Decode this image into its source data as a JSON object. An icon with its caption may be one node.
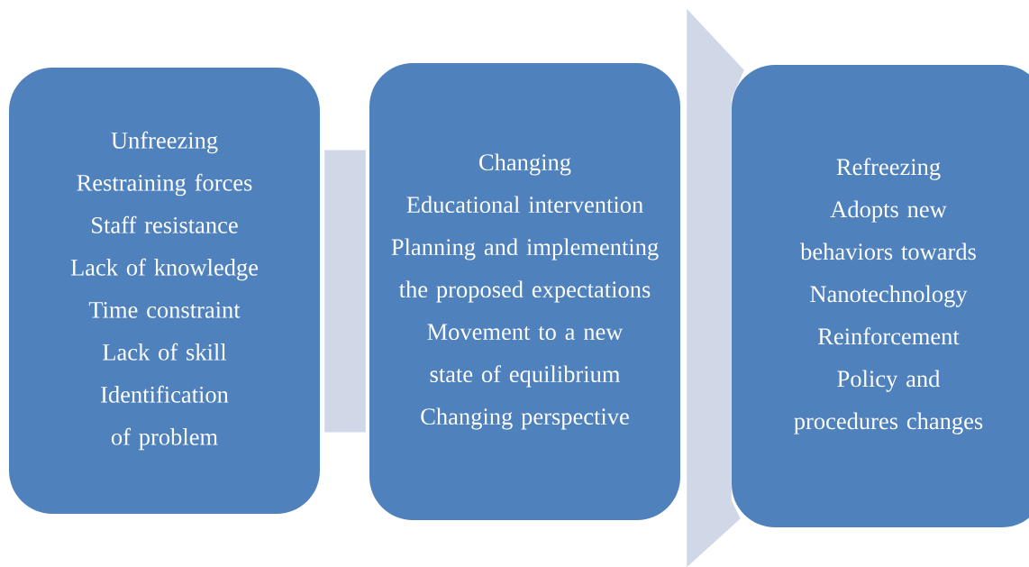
{
  "diagram": {
    "nodes": [
      {
        "text": [
          "Unfreezing",
          "Restraining forces",
          "Staff resistance",
          "Lack of knowledge",
          "Time constraint",
          "Lack of skill",
          "Identification of problem"
        ]
      },
      {
        "text": [
          "Changing",
          "Educational intervention",
          "Planning and implementing the proposed expectations",
          "Movement to a new state of equilibrium",
          "Changing perspective"
        ]
      },
      {
        "text": [
          "Refreezing",
          "Adopts new behaviors towards Nanotechnology",
          "Reinforcement",
          "Policy and procedures changes"
        ]
      }
    ],
    "edges": [
      {
        "from": 0,
        "to": 1,
        "arrow": "none",
        "color": "#d0d8e8"
      },
      {
        "from": 1,
        "to": 2,
        "arrow": "to",
        "color": "#d0d8e8"
      }
    ]
  }
}
